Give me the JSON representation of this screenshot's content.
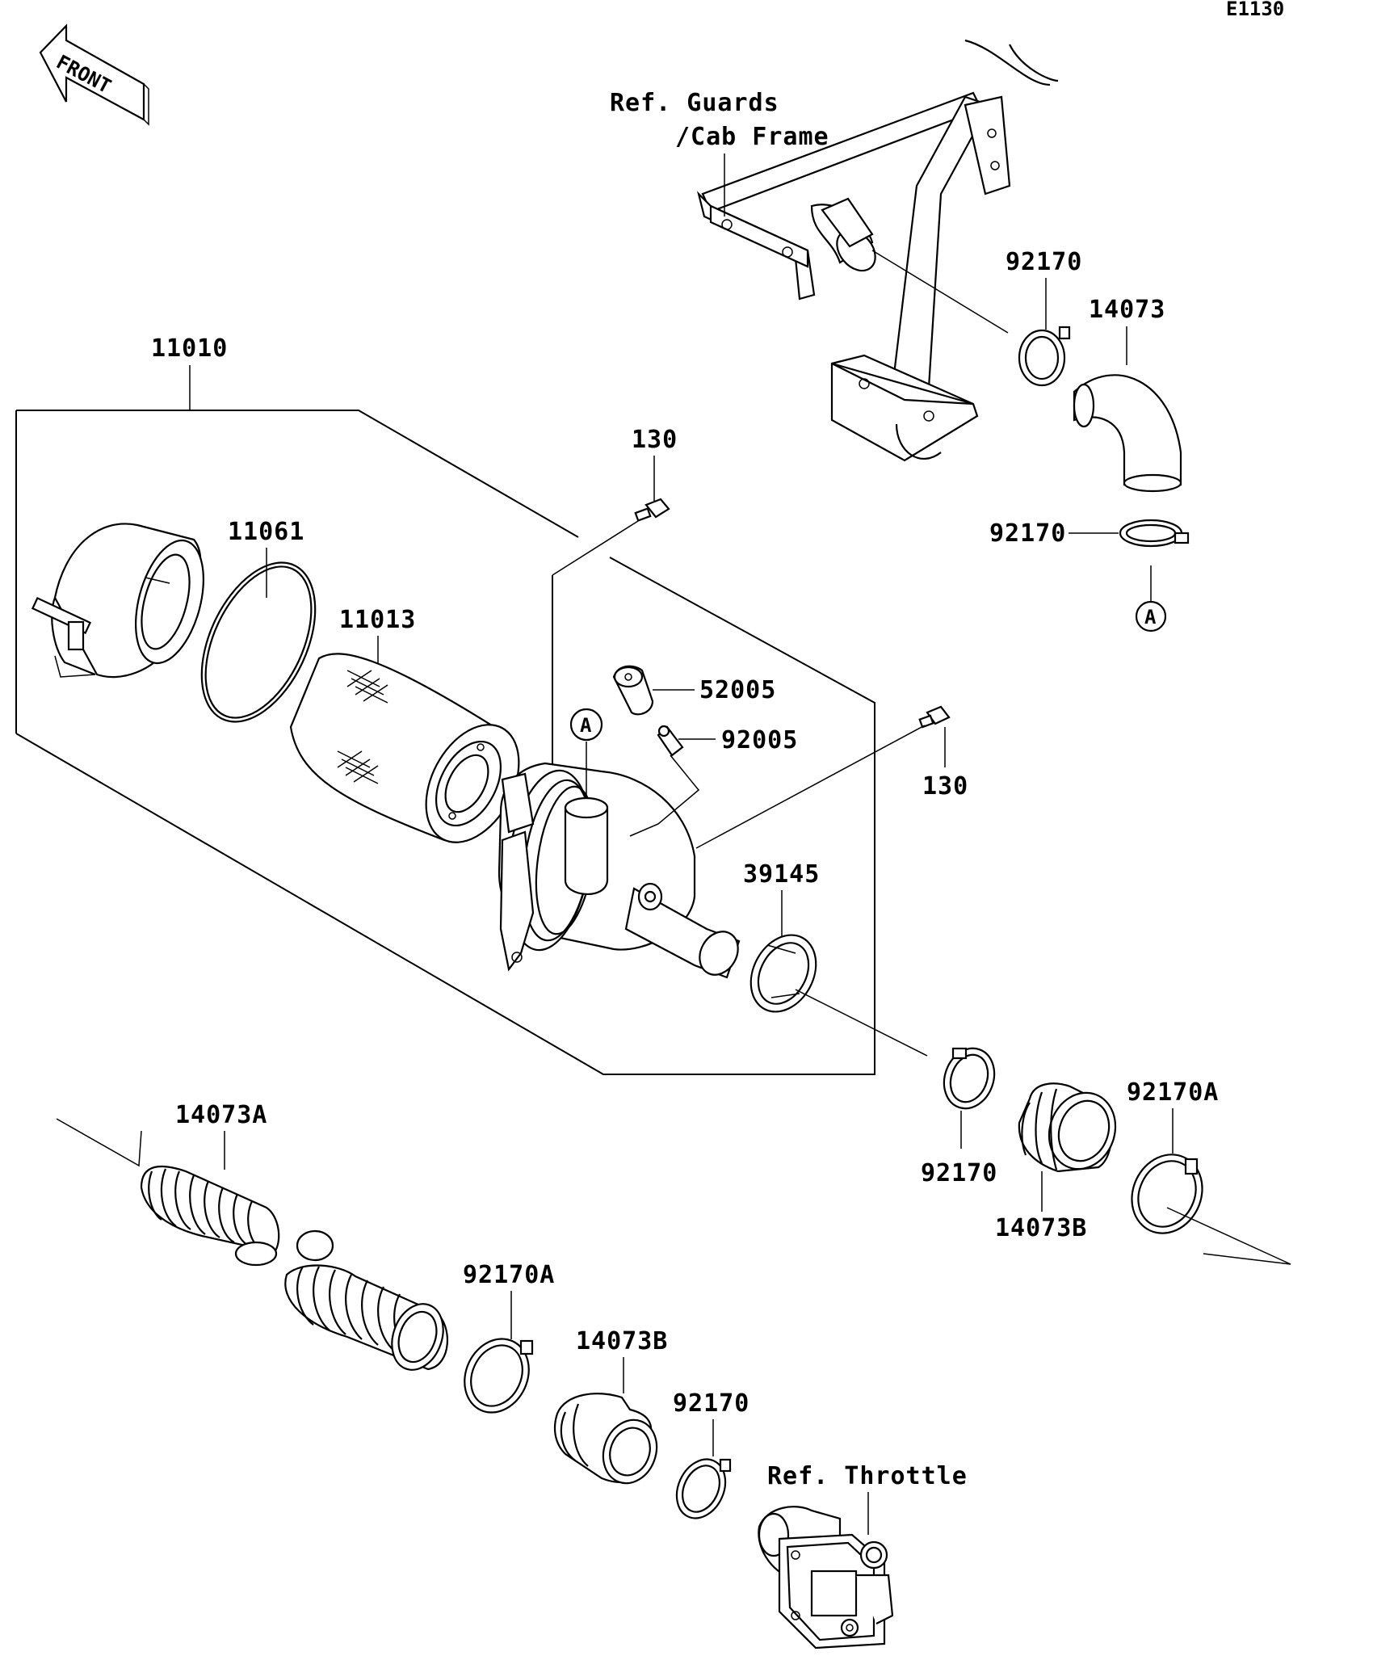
{
  "diagram_code": "E1130",
  "front_label": "FRONT",
  "refs": {
    "guards_line1": "Ref. Guards",
    "guards_line2": "/Cab Frame",
    "throttle": "Ref. Throttle"
  },
  "callout": "A",
  "parts": {
    "p11010": "11010",
    "p11061": "11061",
    "p11013": "11013",
    "p130_top": "130",
    "p130_right": "130",
    "p52005": "52005",
    "p92005": "92005",
    "p39145": "39145",
    "p92170_top": "92170",
    "p14073": "14073",
    "p92170_mid": "92170",
    "p92170_right": "92170",
    "p14073B_right": "14073B",
    "p92170A_right": "92170A",
    "p14073A": "14073A",
    "p92170A_bottom": "92170A",
    "p14073B_bottom": "14073B",
    "p92170_bottom": "92170"
  }
}
